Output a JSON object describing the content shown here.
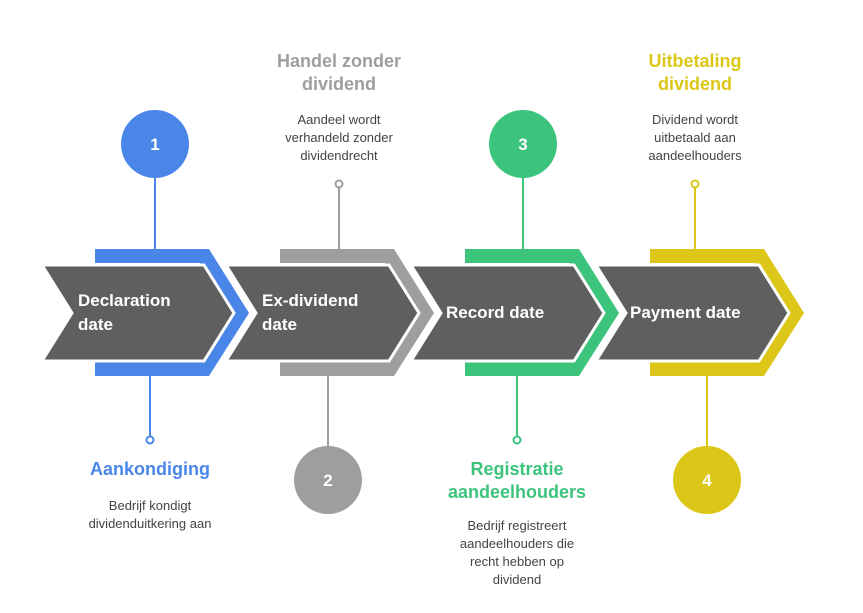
{
  "colors": {
    "blue": "#4A86E8",
    "gray": "#9E9E9E",
    "green": "#3CC37C",
    "yellow": "#DCC718",
    "chevron": "#5F5F5F"
  },
  "steps": [
    {
      "number": "1",
      "label_line1": "Declaration",
      "label_line2": "date",
      "title": "Aankondiging",
      "description": "Bedrijf kondigt dividenduitkering aan",
      "color": "blue"
    },
    {
      "number": "2",
      "label_line1": "Ex-dividend",
      "label_line2": "date",
      "title": "Handel zonder dividend",
      "description": "Aandeel wordt verhandeld zonder dividendrecht",
      "color": "gray"
    },
    {
      "number": "3",
      "label_line1": "Record date",
      "label_line2": "",
      "title": "Registratie aandeelhouders",
      "description": "Bedrijf registreert aandeelhouders die recht hebben op dividend",
      "color": "green"
    },
    {
      "number": "4",
      "label_line1": "Payment date",
      "label_line2": "",
      "title": "Uitbetaling dividend",
      "description": "Dividend wordt uitbetaald aan aandeelhouders",
      "color": "yellow"
    }
  ]
}
